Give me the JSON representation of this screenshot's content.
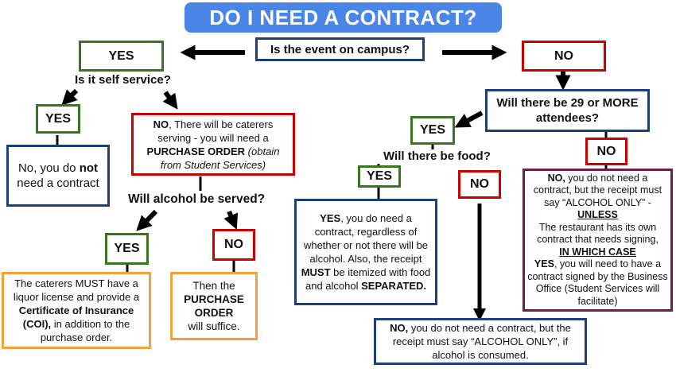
{
  "title": "DO I NEED A CONTRACT?",
  "q_campus": "Is the event on campus?",
  "yes_campus": "YES",
  "no_campus": "NO",
  "q_self_service": "Is it self service?",
  "yes_self": "YES",
  "self_yes_result": {
    "pre": "No, you do ",
    "bold": "not",
    "post": " need a contract"
  },
  "caterers": {
    "no_label": "NO",
    "line1": ", There will be caterers serving - you will need a ",
    "po": "PURCHASE ORDER",
    "italic": " (obtain from Student Services)"
  },
  "q_alcohol": "Will alcohol be served?",
  "yes_alcohol": "YES",
  "no_alcohol": "NO",
  "coi": {
    "pre": "The caterers MUST have a liquor license and provide a ",
    "bold": "Certificate of Insurance (COI),",
    "post": " in addition to the purchase order."
  },
  "po_suffice": {
    "pre": "Then the",
    "bold": "PURCHASE ORDER",
    "post": "will suffice."
  },
  "q_attendees": "Will there be 29 or MORE attendees?",
  "yes_attendees": "YES",
  "no_attendees": "NO",
  "q_food": "Will there be food?",
  "yes_food": "YES",
  "no_food": "NO",
  "food_yes": {
    "bold1": "YES",
    "mid": ", you do need a contract, regardless of whether or not there will be alcohol. Also, the receipt ",
    "bold2": "MUST",
    "mid2": " be itemized with food and alcohol ",
    "bold3": "SEPARATED."
  },
  "food_no": {
    "bold": "NO,",
    "text": " you do not need a contract, but the receipt must say “ALCOHOL ONLY”, if alcohol is consumed."
  },
  "attendees_no": {
    "bold1": "NO,",
    "text1": " you do not need a contract, but the receipt must say “ALCOHOL ONLY” -",
    "unless": "UNLESS",
    "text2": "The restaurant has its own contract that needs signing,",
    "in_which": "IN WHICH CASE",
    "bold2": "YES",
    "text3": ", you will need to have a contract signed by the Business Office (Student Services will facilitate)"
  },
  "colors": {
    "title_bg": "#4a86e8",
    "green": "#38761d",
    "red": "#cc0000",
    "navy": "#1f3f7a",
    "orange": "#f1a23a",
    "purple": "#741b47"
  }
}
